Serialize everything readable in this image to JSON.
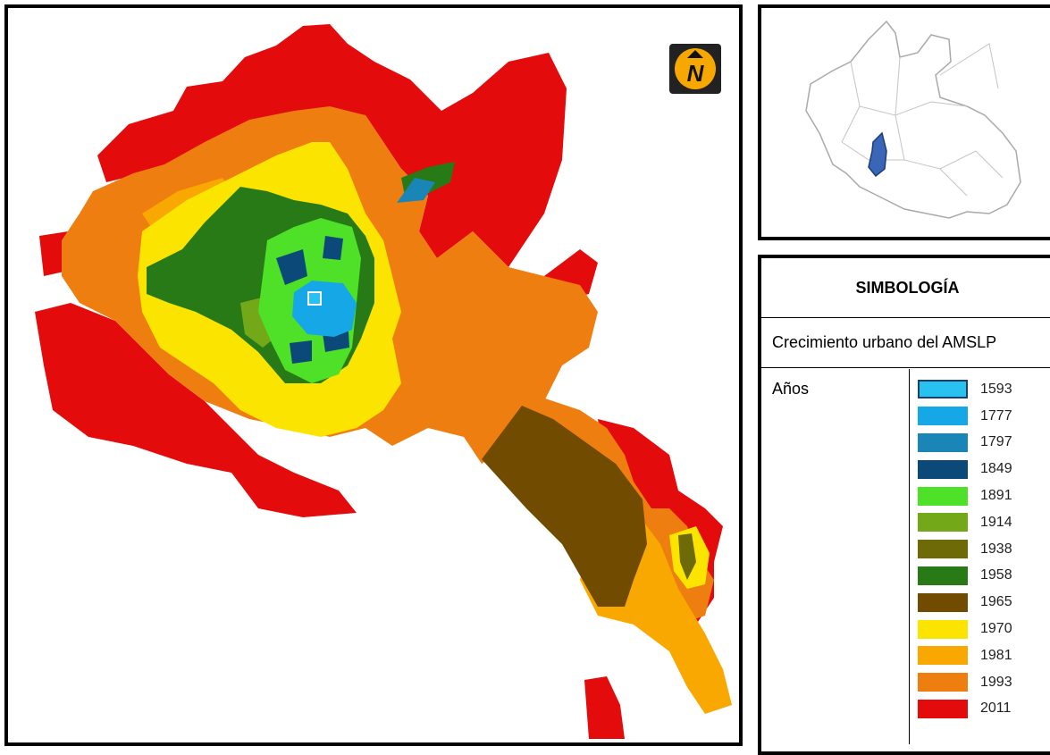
{
  "legend": {
    "title": "SIMBOLOGÍA",
    "subtitle": "Crecimiento urbano del AMSLP",
    "years_label": "Años",
    "items": [
      {
        "year": "1593",
        "color": "#29c2f0"
      },
      {
        "year": "1777",
        "color": "#16a8e6"
      },
      {
        "year": "1797",
        "color": "#1a86b8"
      },
      {
        "year": "1849",
        "color": "#0b4a78"
      },
      {
        "year": "1891",
        "color": "#4fe127"
      },
      {
        "year": "1914",
        "color": "#73a819"
      },
      {
        "year": "1938",
        "color": "#6e6a07"
      },
      {
        "year": "1958",
        "color": "#277a15"
      },
      {
        "year": "1965",
        "color": "#704b00"
      },
      {
        "year": "1970",
        "color": "#fbe500"
      },
      {
        "year": "1981",
        "color": "#f8a800"
      },
      {
        "year": "1993",
        "color": "#ef7e10"
      },
      {
        "year": "2011",
        "color": "#e30b0b"
      }
    ]
  },
  "north_arrow": {
    "letter": "N",
    "icon": "north-arrow-icon"
  },
  "inset": {
    "icon": "state-locator-map",
    "highlight_color": "#3a66b8"
  }
}
